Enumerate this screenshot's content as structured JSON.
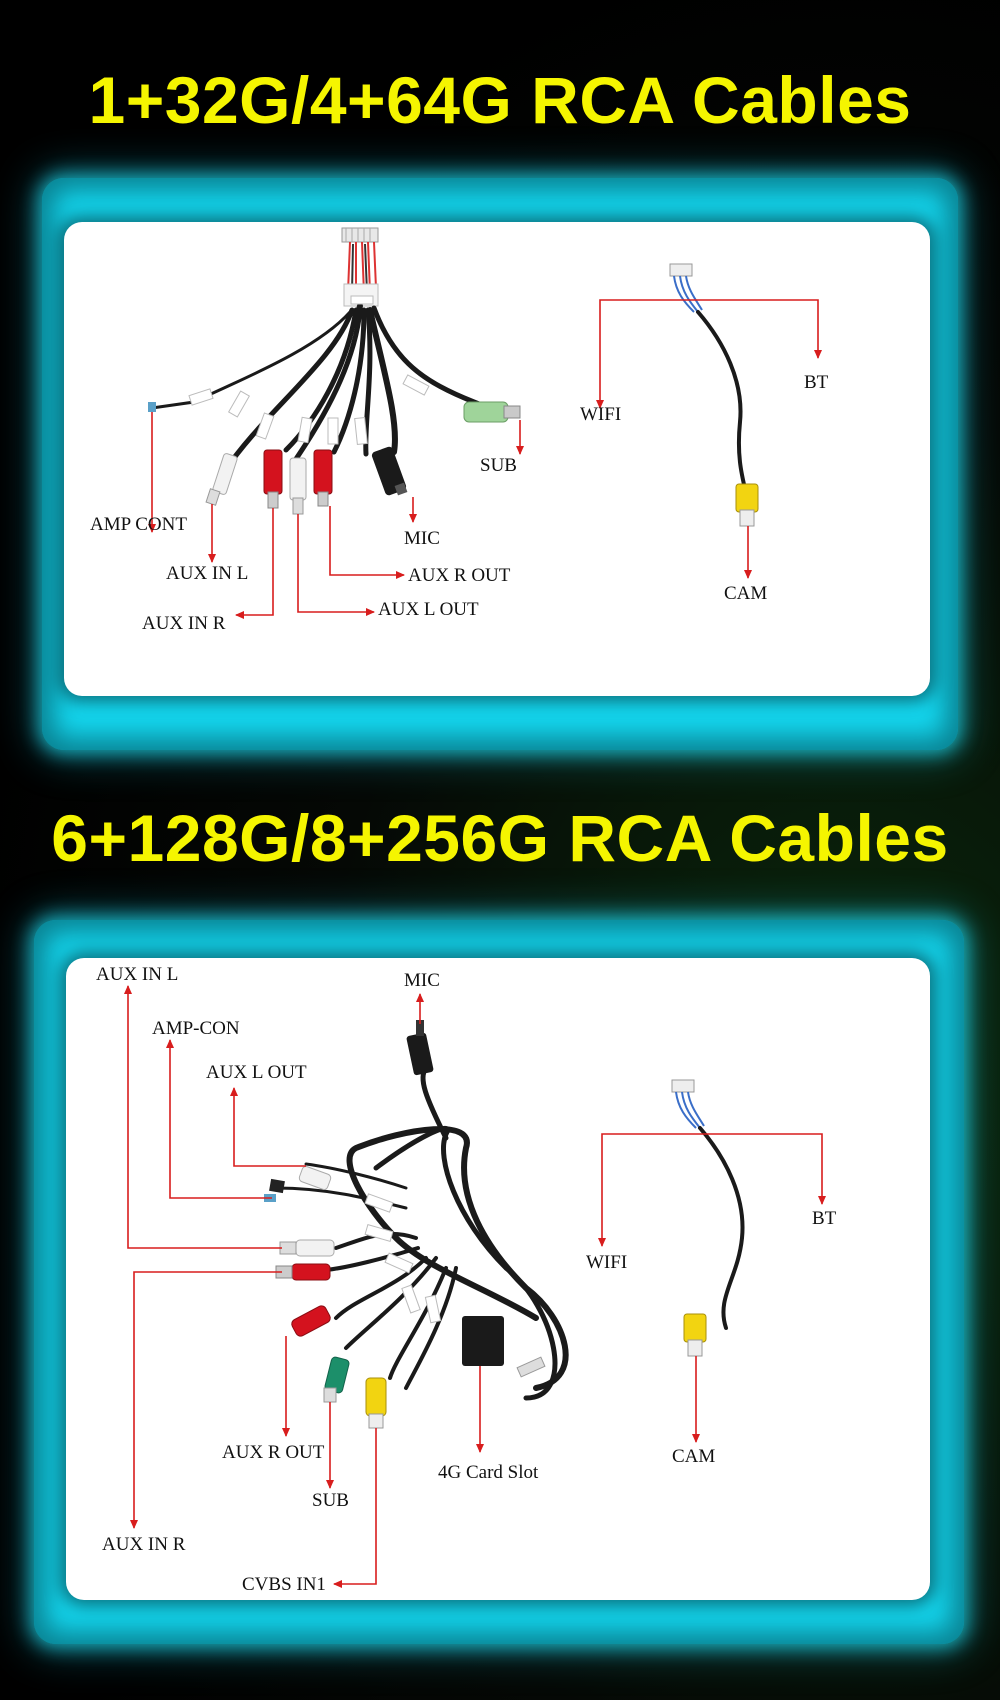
{
  "sections": [
    {
      "title": "1+32G/4+64G RCA Cables",
      "labels": {
        "amp_cont": "AMP CONT",
        "aux_in_l": "AUX IN L",
        "aux_in_r": "AUX IN R",
        "aux_r_out": "AUX R OUT",
        "aux_l_out": "AUX L OUT",
        "mic": "MIC",
        "sub": "SUB",
        "wifi": "WIFI",
        "bt": "BT",
        "cam": "CAM"
      }
    },
    {
      "title": "6+128G/8+256G RCA Cables",
      "labels": {
        "aux_in_l": "AUX IN L",
        "amp_con": "AMP-CON",
        "aux_l_out": "AUX L OUT",
        "mic": "MIC",
        "aux_r_out": "AUX R OUT",
        "sub": "SUB",
        "card_slot": "4G Card Slot",
        "aux_in_r": "AUX IN R",
        "cvbs_in1": "CVBS IN1",
        "wifi": "WIFI",
        "bt": "BT",
        "cam": "CAM"
      }
    }
  ],
  "colors": {
    "heading": "#f5f500",
    "frame": "#14d6ee",
    "arrow": "#d81d1d",
    "rca_red": "#d4121e",
    "rca_white": "#f2f2f2",
    "rca_green": "#9fd49a",
    "rca_yellow": "#f2d411",
    "rca_teal": "#1c8f6a"
  }
}
